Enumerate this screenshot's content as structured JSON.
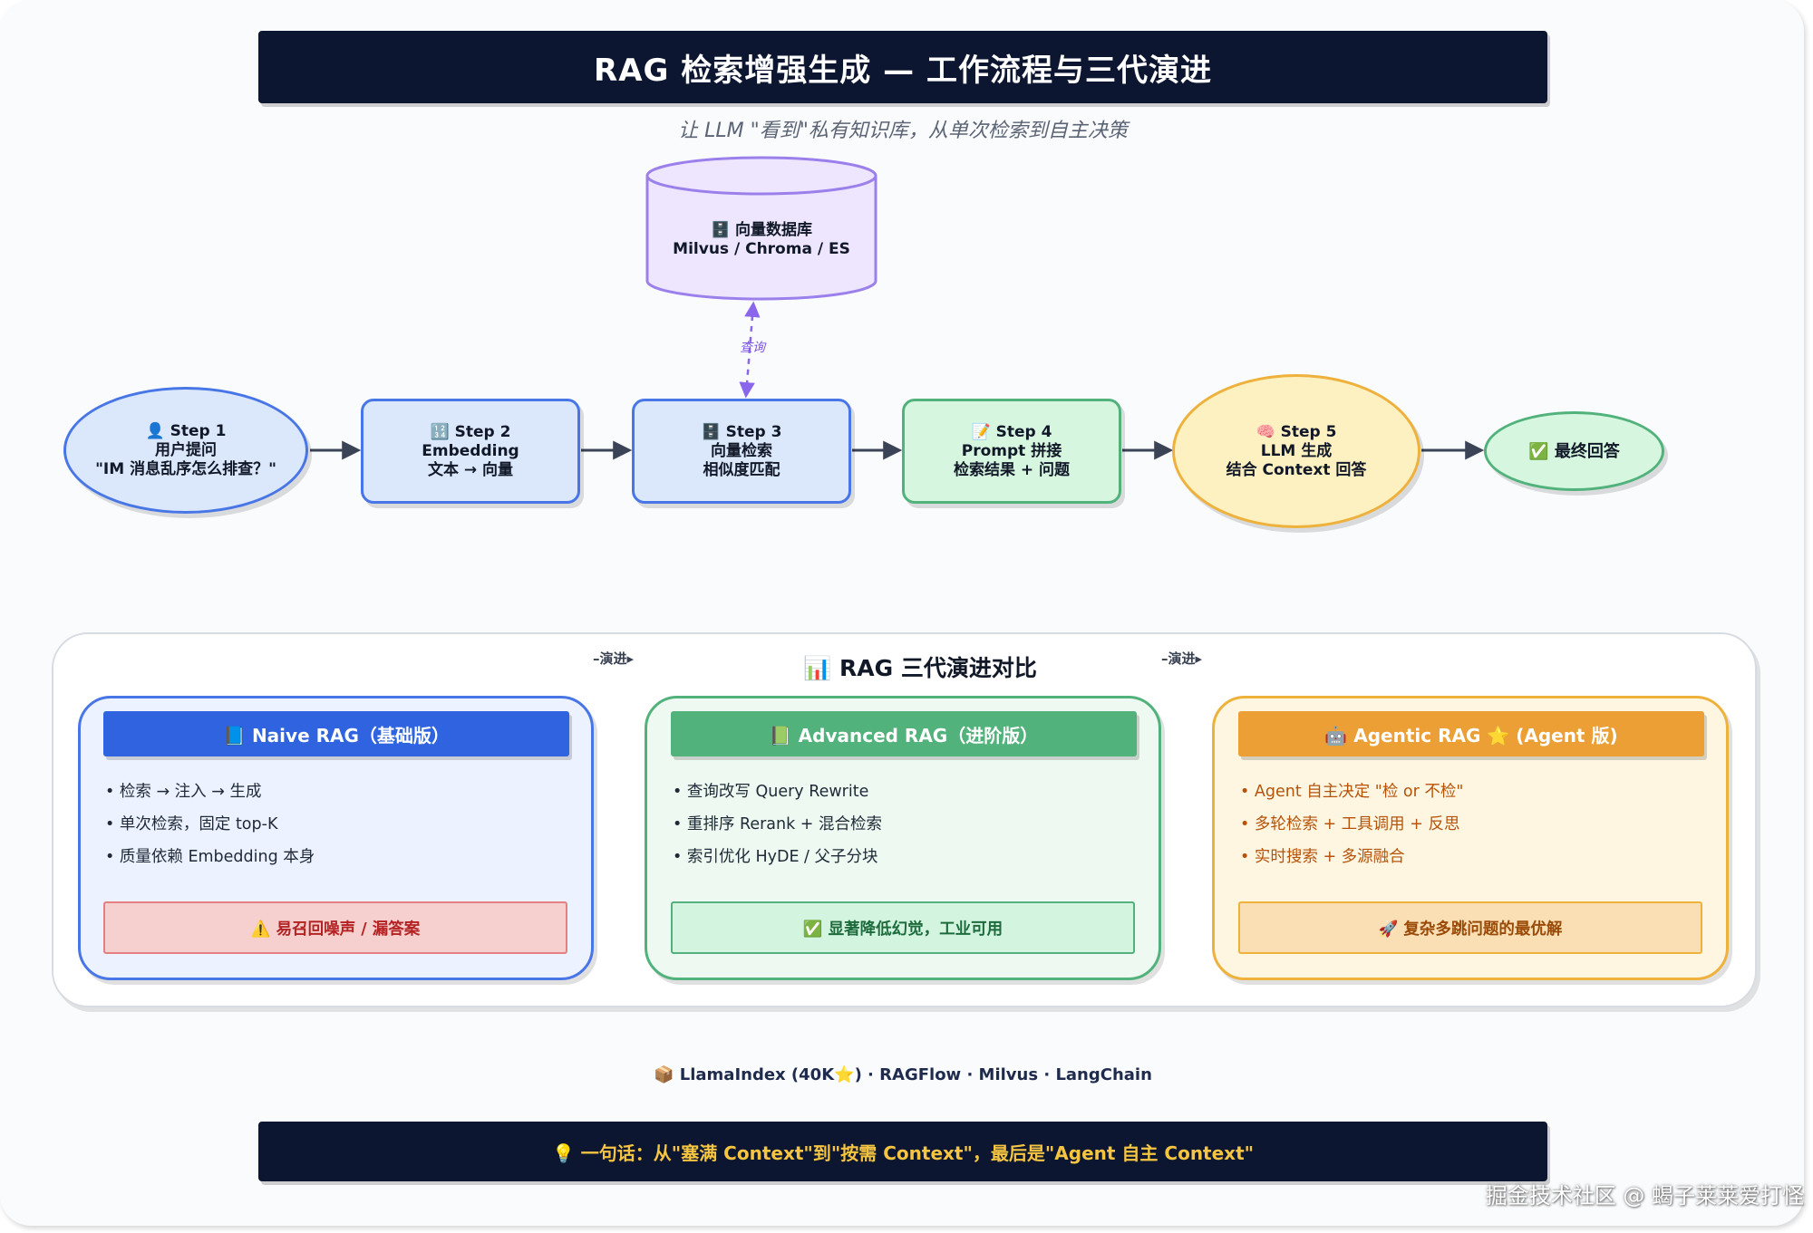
{
  "header": {
    "title": "RAG 检索增强生成 — 工作流程与三代演进",
    "subtitle": "让 LLM \"看到\"私有知识库，从单次检索到自主决策"
  },
  "database": {
    "icon": "🗄️",
    "label": "向量数据库",
    "tech": "Milvus / Chroma / ES",
    "link_label": "查询"
  },
  "flow": [
    {
      "icon": "👤",
      "step": "Step 1",
      "line2": "用户提问",
      "line3": "\"IM 消息乱序怎么排查？\""
    },
    {
      "icon": "🔢",
      "step": "Step 2",
      "line2": "Embedding",
      "line3": "文本 → 向量"
    },
    {
      "icon": "🗄️",
      "step": "Step 3",
      "line2": "向量检索",
      "line3": "相似度匹配"
    },
    {
      "icon": "📝",
      "step": "Step 4",
      "line2": "Prompt 拼接",
      "line3": "检索结果 + 问题"
    },
    {
      "icon": "🧠",
      "step": "Step 5",
      "line2": "LLM 生成",
      "line3": "结合 Context 回答"
    },
    {
      "icon": "✅",
      "step": "最终回答",
      "line2": "",
      "line3": ""
    }
  ],
  "comparison": {
    "title": "📊 RAG 三代演进对比",
    "evolve_label": "演进",
    "cards": [
      {
        "header": "📘 Naive RAG（基础版）",
        "items": [
          "• 检索 → 注入 → 生成",
          "• 单次检索，固定 top-K",
          "• 质量依赖 Embedding 本身"
        ],
        "footer": "⚠️ 易召回噪声 / 漏答案"
      },
      {
        "header": "📗 Advanced RAG（进阶版）",
        "items": [
          "• 查询改写 Query Rewrite",
          "• 重排序 Rerank + 混合检索",
          "• 索引优化 HyDE / 父子分块"
        ],
        "footer": "✅ 显著降低幻觉，工业可用"
      },
      {
        "header": "🤖 Agentic RAG ⭐ (Agent 版)",
        "items": [
          "• Agent 自主决定 \"检 or 不检\"",
          "• 多轮检索 + 工具调用 + 反思",
          "• 实时搜索 + 多源融合"
        ],
        "footer": "🚀 复杂多跳问题的最优解"
      }
    ]
  },
  "footer": {
    "links": "📦 LlamaIndex (40K⭐) · RAGFlow · Milvus · LangChain",
    "summary": "💡 一句话：从\"塞满 Context\"到\"按需 Context\"，最后是\"Agent 自主 Context\"",
    "watermark": "掘金技术社区 @ 蝎子莱莱爱打怪"
  },
  "colors": {
    "banner_bg": "#0c1630",
    "blue_border": "#4876e6",
    "blue_fill": "#dbe8fc",
    "green_border": "#52b27b",
    "green_fill": "#d6f6e0",
    "yellow_border": "#eeb13c",
    "yellow_fill": "#fdf0c1",
    "purple_border": "#9b80ec",
    "purple_fill": "#ede6fe",
    "arrow": "#3b4456",
    "summary_text": "#f5c542"
  }
}
